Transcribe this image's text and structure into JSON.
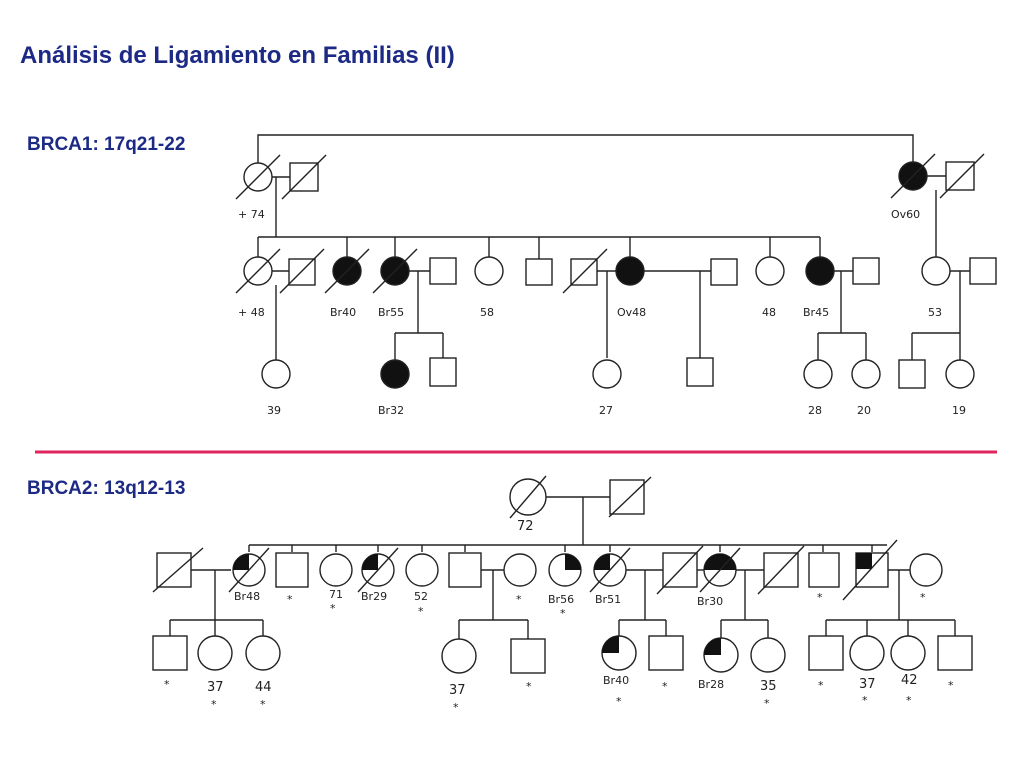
{
  "title": "Análisis de Ligamiento en Familias (II)",
  "brca1_label": "BRCA1: 17q21-22",
  "brca2_label": "BRCA2: 13q12-13",
  "divider_color": "#e0245e",
  "text_color": "#1c2a86",
  "brca1": {
    "gen1": [
      "+ 74",
      "Ov60"
    ],
    "gen2": [
      "+ 48",
      "Br40",
      "Br55",
      "58",
      "Ov48",
      "48",
      "Br45",
      "53"
    ],
    "gen3": [
      "39",
      "Br32",
      "27",
      "28",
      "20",
      "19"
    ]
  },
  "brca2": {
    "gen1": [
      "72"
    ],
    "gen2": [
      "Br48",
      "*",
      "71",
      "*",
      "Br29",
      "52",
      "*",
      "*",
      "Br56",
      "*",
      "Br51",
      "Br30",
      "*",
      "*"
    ],
    "gen3": [
      "*",
      "37",
      "*",
      "44",
      "*",
      "37",
      "*",
      "*",
      "Br40",
      "*",
      "*",
      "Br28",
      "35",
      "*",
      "*",
      "37",
      "*",
      "42",
      "*",
      "*"
    ]
  }
}
